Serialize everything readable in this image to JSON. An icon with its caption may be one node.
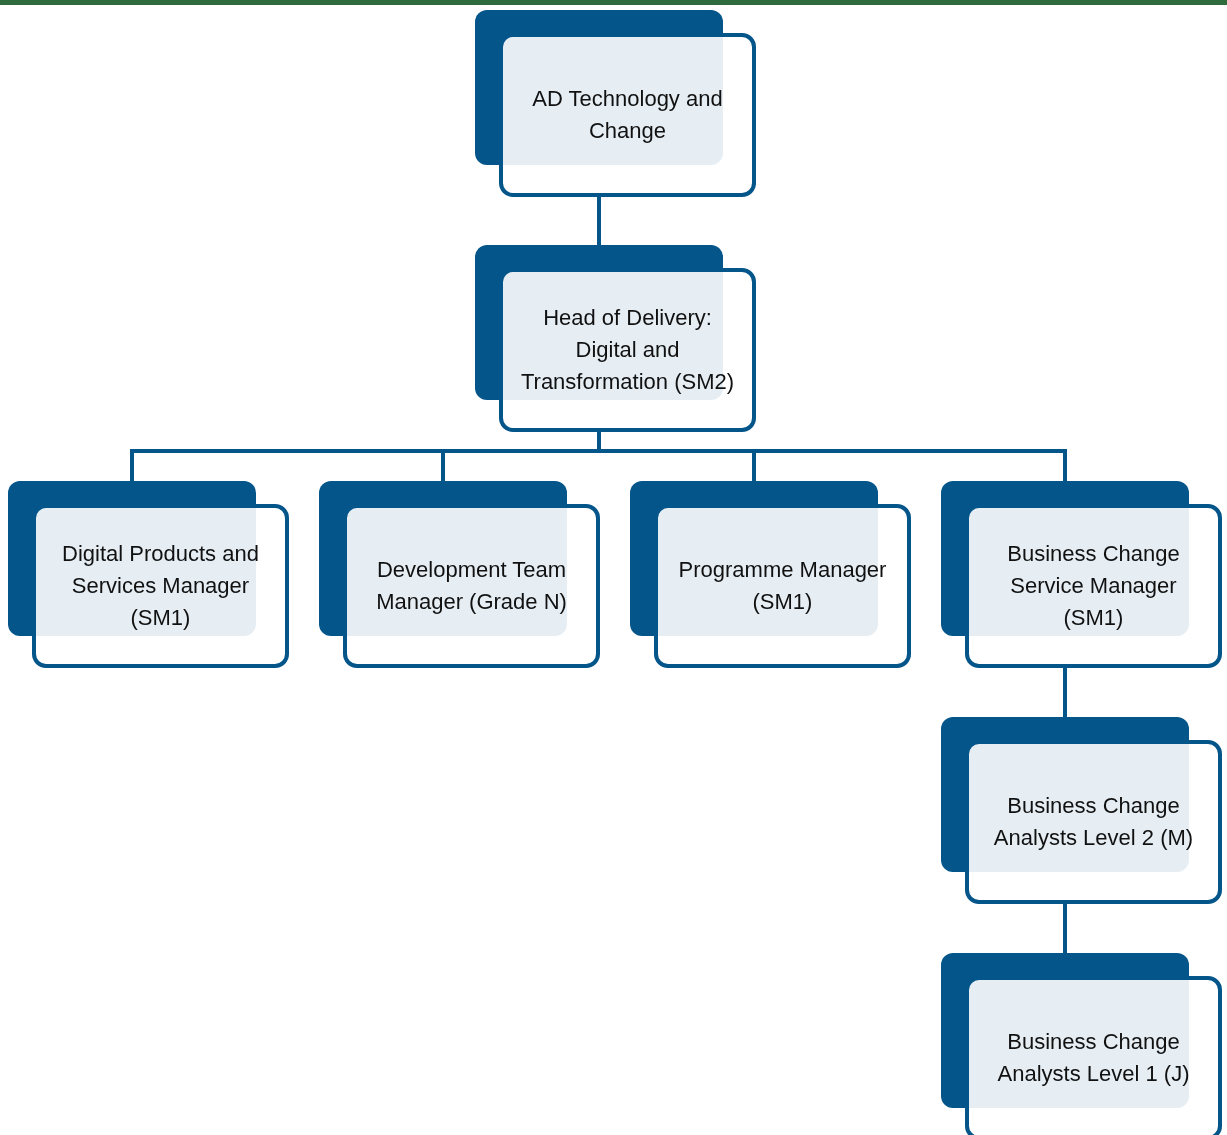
{
  "diagram": {
    "nodes": [
      {
        "text": [
          "AD Technology and Change"
        ]
      },
      {
        "text": [
          "Head of Delivery: Digital and Transformation (SM2)"
        ]
      },
      {
        "text": [
          "Digital Products and Services Manager (SM1)"
        ]
      },
      {
        "text": [
          "Development Team Manager (Grade N)"
        ]
      },
      {
        "text": [
          "Programme Manager  (SM1)"
        ]
      },
      {
        "text": [
          "Business Change Service Manager (SM1)"
        ]
      },
      {
        "text": [
          "Business Change Analysts Level 2 (M)"
        ]
      },
      {
        "text": [
          "Business Change Analysts Level 1 (J)"
        ]
      }
    ],
    "edges": [
      {
        "from": 0,
        "to": 1,
        "arrow": "none"
      },
      {
        "from": 1,
        "to": 2,
        "arrow": "none"
      },
      {
        "from": 1,
        "to": 3,
        "arrow": "none"
      },
      {
        "from": 1,
        "to": 4,
        "arrow": "none"
      },
      {
        "from": 1,
        "to": 5,
        "arrow": "none"
      },
      {
        "from": 5,
        "to": 6,
        "arrow": "none"
      },
      {
        "from": 6,
        "to": 7,
        "arrow": "none"
      }
    ]
  }
}
